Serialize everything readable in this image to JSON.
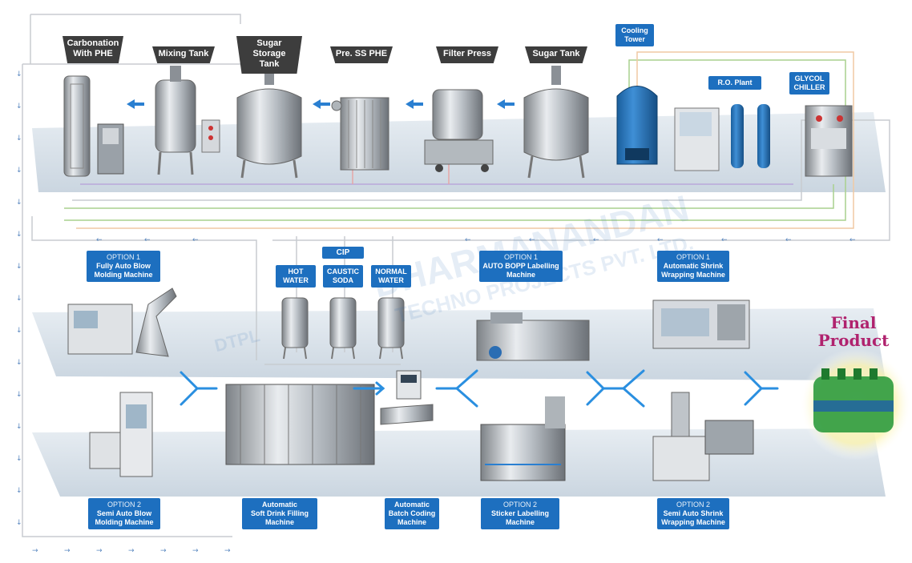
{
  "top_row": {
    "carbonation": "Carbonation\nWith PHE",
    "mixing_tank": "Mixing Tank",
    "sugar_storage": "Sugar Storage\nTank",
    "pre_ss_phe": "Pre. SS PHE",
    "filter_press": "Filter Press",
    "sugar_tank": "Sugar Tank"
  },
  "utilities": {
    "cooling_tower": "Cooling\nTower",
    "ro_plant": "R.O. Plant",
    "glycol_chiller": "GLYCOL\nCHILLER"
  },
  "cip": {
    "title": "CIP",
    "hot_water": "HOT\nWATER",
    "caustic_soda": "CAUSTIC\nSODA",
    "normal_water": "NORMAL\nWATER"
  },
  "options": {
    "blow_opt1": {
      "opt": "OPTION 1",
      "name": "Fully Auto Blow\nMolding Machine"
    },
    "labelling_opt1": {
      "opt": "OPTION 1",
      "name": "AUTO BOPP Labelling\nMachine"
    },
    "shrink_opt1": {
      "opt": "OPTION 1",
      "name": "Automatic Shrink\nWrapping Machine"
    },
    "blow_opt2": {
      "opt": "OPTION 2",
      "name": "Semi Auto Blow\nMolding Machine"
    },
    "labelling_opt2": {
      "opt": "OPTION 2",
      "name": "Sticker Labelling\nMachine"
    },
    "shrink_opt2": {
      "opt": "OPTION 2",
      "name": "Semi Auto Shrink\nWrapping Machine"
    }
  },
  "machines": {
    "filling": "Automatic\nSoft Drink Filling\nMachine",
    "coding": "Automatic\nBatch Coding\nMachine"
  },
  "final_product": {
    "line1": "Final",
    "line2": "Product"
  },
  "watermark": {
    "line1": "DHARMANANDAN",
    "line2": "TECHNO PROJECTS PVT. LTD.",
    "logo": "DTPL"
  },
  "colors": {
    "platform": "#c9d6e2",
    "label_dark": "#3d3d3d",
    "label_blue": "#1d6fbf",
    "arrow": "#2a7fd1",
    "final": "#b0226e"
  }
}
